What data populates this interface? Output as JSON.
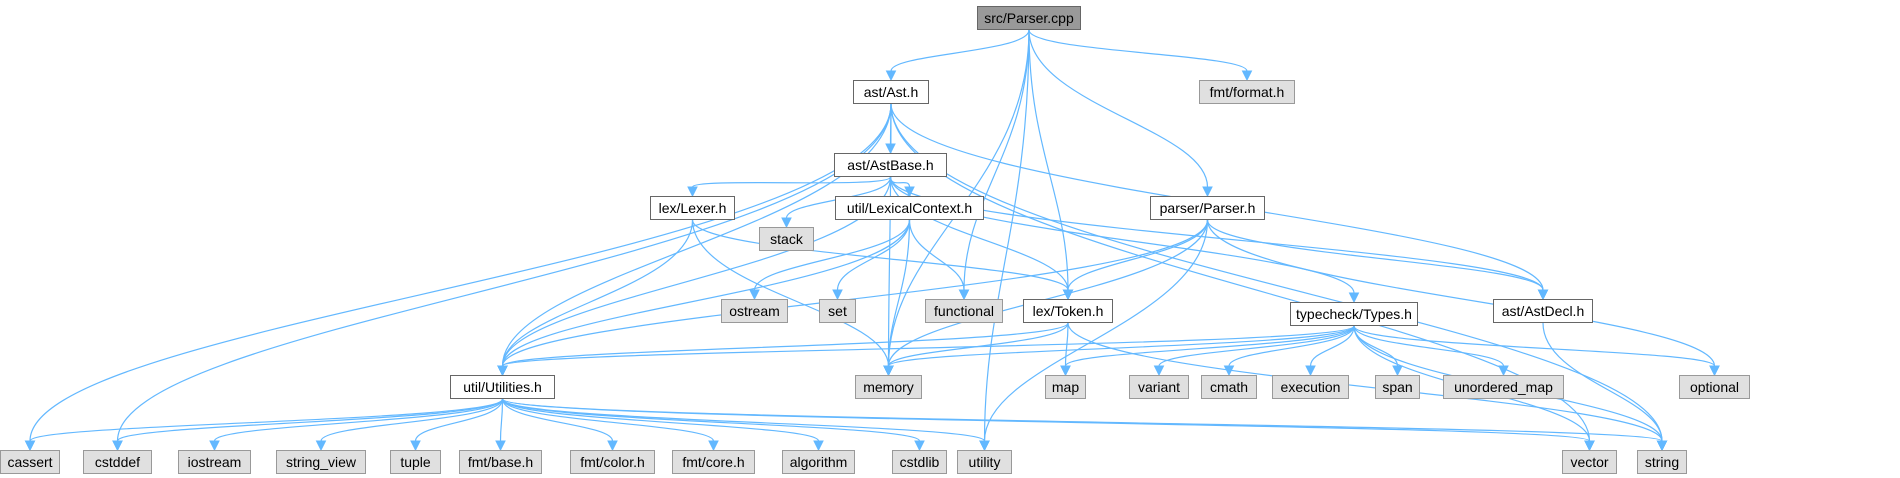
{
  "colors": {
    "root_fill": "#999999",
    "root_stroke": "#666666",
    "internal_fill": "#ffffff",
    "internal_stroke": "#666666",
    "external_fill": "#e0e0e0",
    "external_stroke": "#999999",
    "edge": "#63b8ff"
  },
  "nodes": [
    {
      "id": "parser_cpp",
      "label": "src/Parser.cpp",
      "kind": "root"
    },
    {
      "id": "ast_h",
      "label": "ast/Ast.h",
      "kind": "internal"
    },
    {
      "id": "fmt_format",
      "label": "fmt/format.h",
      "kind": "external"
    },
    {
      "id": "astbase_h",
      "label": "ast/AstBase.h",
      "kind": "internal"
    },
    {
      "id": "lexer_h",
      "label": "lex/Lexer.h",
      "kind": "internal"
    },
    {
      "id": "stack",
      "label": "stack",
      "kind": "external"
    },
    {
      "id": "lexctx_h",
      "label": "util/LexicalContext.h",
      "kind": "internal"
    },
    {
      "id": "parser_h",
      "label": "parser/Parser.h",
      "kind": "internal"
    },
    {
      "id": "ostream",
      "label": "ostream",
      "kind": "external"
    },
    {
      "id": "set",
      "label": "set",
      "kind": "external"
    },
    {
      "id": "functional",
      "label": "functional",
      "kind": "external"
    },
    {
      "id": "token_h",
      "label": "lex/Token.h",
      "kind": "internal"
    },
    {
      "id": "types_h",
      "label": "typecheck/Types.h",
      "kind": "internal"
    },
    {
      "id": "astdecl_h",
      "label": "ast/AstDecl.h",
      "kind": "internal"
    },
    {
      "id": "utilities_h",
      "label": "util/Utilities.h",
      "kind": "internal"
    },
    {
      "id": "memory",
      "label": "memory",
      "kind": "external"
    },
    {
      "id": "map",
      "label": "map",
      "kind": "external"
    },
    {
      "id": "variant",
      "label": "variant",
      "kind": "external"
    },
    {
      "id": "cmath",
      "label": "cmath",
      "kind": "external"
    },
    {
      "id": "execution",
      "label": "execution",
      "kind": "external"
    },
    {
      "id": "span",
      "label": "span",
      "kind": "external"
    },
    {
      "id": "unordered_map",
      "label": "unordered_map",
      "kind": "external"
    },
    {
      "id": "optional",
      "label": "optional",
      "kind": "external"
    },
    {
      "id": "cassert",
      "label": "cassert",
      "kind": "external"
    },
    {
      "id": "cstddef",
      "label": "cstddef",
      "kind": "external"
    },
    {
      "id": "iostream",
      "label": "iostream",
      "kind": "external"
    },
    {
      "id": "string_view",
      "label": "string_view",
      "kind": "external"
    },
    {
      "id": "tuple",
      "label": "tuple",
      "kind": "external"
    },
    {
      "id": "fmt_base",
      "label": "fmt/base.h",
      "kind": "external"
    },
    {
      "id": "fmt_color",
      "label": "fmt/color.h",
      "kind": "external"
    },
    {
      "id": "fmt_core",
      "label": "fmt/core.h",
      "kind": "external"
    },
    {
      "id": "algorithm",
      "label": "algorithm",
      "kind": "external"
    },
    {
      "id": "cstdlib",
      "label": "cstdlib",
      "kind": "external"
    },
    {
      "id": "utility",
      "label": "utility",
      "kind": "external"
    },
    {
      "id": "vector",
      "label": "vector",
      "kind": "external"
    },
    {
      "id": "string",
      "label": "string",
      "kind": "external"
    }
  ],
  "edges": [
    [
      "parser_cpp",
      "ast_h"
    ],
    [
      "parser_cpp",
      "fmt_format"
    ],
    [
      "parser_cpp",
      "parser_h"
    ],
    [
      "parser_cpp",
      "token_h"
    ],
    [
      "parser_cpp",
      "functional"
    ],
    [
      "parser_cpp",
      "memory"
    ],
    [
      "parser_cpp",
      "utility"
    ],
    [
      "ast_h",
      "astbase_h"
    ],
    [
      "ast_h",
      "astdecl_h"
    ],
    [
      "ast_h",
      "utilities_h"
    ],
    [
      "ast_h",
      "memory"
    ],
    [
      "ast_h",
      "cassert"
    ],
    [
      "ast_h",
      "cstddef"
    ],
    [
      "ast_h",
      "vector"
    ],
    [
      "ast_h",
      "string"
    ],
    [
      "astbase_h",
      "lexer_h"
    ],
    [
      "astbase_h",
      "stack"
    ],
    [
      "astbase_h",
      "lexctx_h"
    ],
    [
      "astbase_h",
      "token_h"
    ],
    [
      "astbase_h",
      "types_h"
    ],
    [
      "astbase_h",
      "astdecl_h"
    ],
    [
      "astbase_h",
      "utilities_h"
    ],
    [
      "lexer_h",
      "token_h"
    ],
    [
      "lexer_h",
      "utilities_h"
    ],
    [
      "lexer_h",
      "memory"
    ],
    [
      "lexctx_h",
      "ostream"
    ],
    [
      "lexctx_h",
      "set"
    ],
    [
      "lexctx_h",
      "functional"
    ],
    [
      "lexctx_h",
      "memory"
    ],
    [
      "lexctx_h",
      "utilities_h"
    ],
    [
      "parser_h",
      "token_h"
    ],
    [
      "parser_h",
      "astdecl_h"
    ],
    [
      "parser_h",
      "memory"
    ],
    [
      "parser_h",
      "utilities_h"
    ],
    [
      "parser_h",
      "optional"
    ],
    [
      "parser_h",
      "utility"
    ],
    [
      "token_h",
      "utilities_h"
    ],
    [
      "token_h",
      "memory"
    ],
    [
      "token_h",
      "map"
    ],
    [
      "token_h",
      "string"
    ],
    [
      "types_h",
      "utilities_h"
    ],
    [
      "types_h",
      "memory"
    ],
    [
      "types_h",
      "map"
    ],
    [
      "types_h",
      "variant"
    ],
    [
      "types_h",
      "cmath"
    ],
    [
      "types_h",
      "execution"
    ],
    [
      "types_h",
      "span"
    ],
    [
      "types_h",
      "unordered_map"
    ],
    [
      "types_h",
      "optional"
    ],
    [
      "types_h",
      "vector"
    ],
    [
      "types_h",
      "string"
    ],
    [
      "astdecl_h",
      "string"
    ],
    [
      "utilities_h",
      "cassert"
    ],
    [
      "utilities_h",
      "cstddef"
    ],
    [
      "utilities_h",
      "iostream"
    ],
    [
      "utilities_h",
      "string_view"
    ],
    [
      "utilities_h",
      "tuple"
    ],
    [
      "utilities_h",
      "fmt_base"
    ],
    [
      "utilities_h",
      "fmt_color"
    ],
    [
      "utilities_h",
      "fmt_core"
    ],
    [
      "utilities_h",
      "algorithm"
    ],
    [
      "utilities_h",
      "cstdlib"
    ],
    [
      "utilities_h",
      "utility"
    ],
    [
      "utilities_h",
      "vector"
    ],
    [
      "utilities_h",
      "string"
    ]
  ]
}
